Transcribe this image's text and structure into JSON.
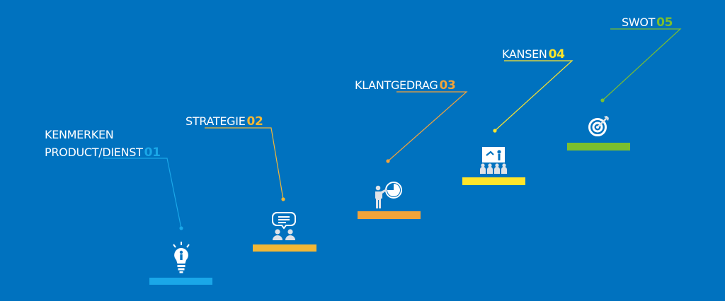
{
  "colors": {
    "background": "#0072bf",
    "step1": "#1aa7e8",
    "step2": "#f2b735",
    "step3": "#f2a33a",
    "step4": "#ffe52a",
    "step5": "#7bbf2e",
    "icon": "#ffffff",
    "icon_muted": "#dfe3e8"
  },
  "steps": [
    {
      "title_line1": "KENMERKEN",
      "title": "PRODUCT/DIENST",
      "number": "01",
      "icon": "lightbulb-icon",
      "color": "#1aa7e8"
    },
    {
      "title": "STRATEGIE",
      "number": "02",
      "icon": "discussion-icon",
      "color": "#f2b735"
    },
    {
      "title": "KLANTGEDRAG",
      "number": "03",
      "icon": "presenter-chart-icon",
      "color": "#f2a33a"
    },
    {
      "title": "KANSEN",
      "number": "04",
      "icon": "audience-presentation-icon",
      "color": "#ffe52a"
    },
    {
      "title": "SWOT",
      "number": "05",
      "icon": "target-icon",
      "color": "#7bbf2e"
    }
  ]
}
